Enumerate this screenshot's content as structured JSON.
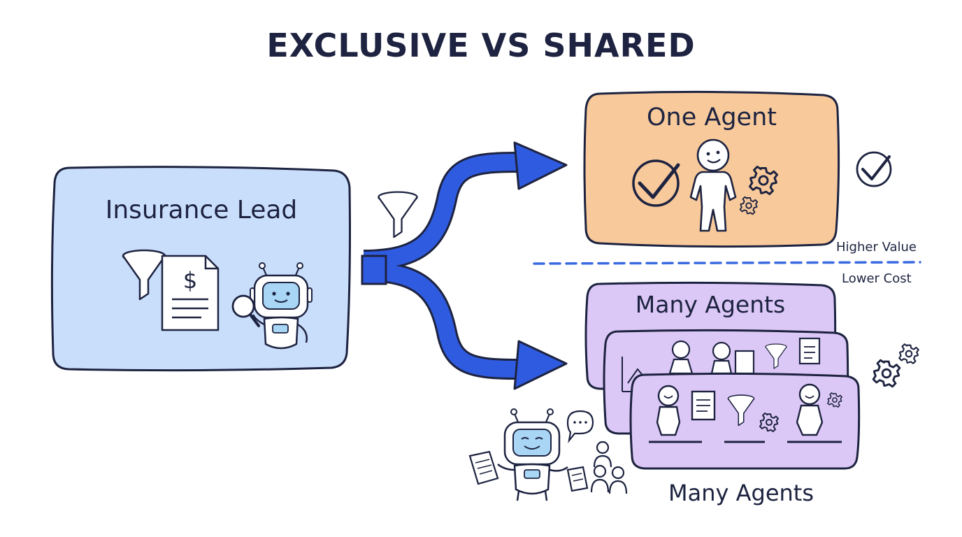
{
  "title": "EXCLUSIVE VS SHARED",
  "lead": {
    "title": "Insurance Lead"
  },
  "exclusive": {
    "title": "One Agent"
  },
  "shared": {
    "title": "Many Agents",
    "caption": "Many Agents"
  },
  "divider": {
    "above_label": "Higher Value",
    "below_label": "Lower Cost"
  },
  "colors": {
    "lead_fill": "#c9defa",
    "exclusive_fill": "#f8c99b",
    "shared_fill": "#dcc8f6",
    "arrow": "#2f5be0",
    "ink": "#1d2340",
    "divider": "#3a6ae0"
  },
  "icons": [
    "funnel-icon",
    "document-dollar-icon",
    "robot-icon",
    "magnifier-icon",
    "checkmark-circle-icon",
    "stick-figure-icon",
    "gear-icon",
    "speech-bubble-icon",
    "people-group-icon"
  ]
}
